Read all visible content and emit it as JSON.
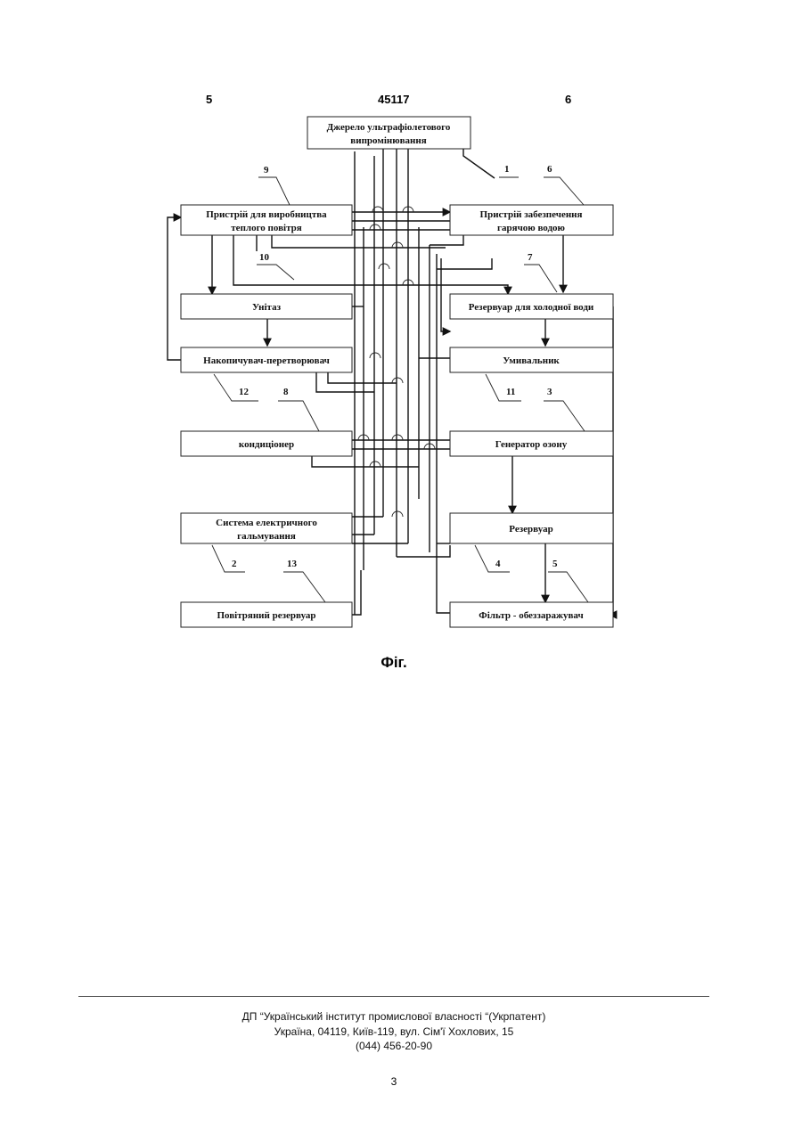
{
  "header": {
    "left": "5",
    "center": "45117",
    "right": "6"
  },
  "diagram": {
    "blocks": {
      "uv_source": [
        "Джерело ультрафіолетового",
        "випромінювання"
      ],
      "warm_air": [
        "Пристрій для виробництва",
        "теплого повітря"
      ],
      "hot_water": [
        "Пристрій забезпечення",
        "гарячою водою"
      ],
      "toilet": [
        "Унітаз"
      ],
      "cold_water": [
        "Резервуар для холодної води"
      ],
      "accumulator": [
        "Накопичувач-перетворювач"
      ],
      "washbasin": [
        "Умивальник"
      ],
      "conditioner": [
        "кондиціонер"
      ],
      "ozone": [
        "Генератор озону"
      ],
      "braking": [
        "Система електричного",
        "гальмування"
      ],
      "reservoir": [
        "Резервуар"
      ],
      "air_reservoir": [
        "Повітряний резервуар"
      ],
      "filter": [
        "Фільтр - обеззаражувач"
      ]
    },
    "labels": {
      "n1": "1",
      "n2": "2",
      "n3": "3",
      "n4": "4",
      "n5": "5",
      "n6": "6",
      "n7": "7",
      "n8": "8",
      "n9": "9",
      "n10": "10",
      "n11": "11",
      "n12": "12",
      "n13": "13"
    }
  },
  "caption": "Фіг.",
  "footer": {
    "line1": "ДП “Український інститут промислової власності “(Укрпатент)",
    "line2": "Україна, 04119, Київ-119, вул. Сім'ї Хохлових, 15",
    "line3": "(044) 456-20-90"
  },
  "page_number": "3"
}
